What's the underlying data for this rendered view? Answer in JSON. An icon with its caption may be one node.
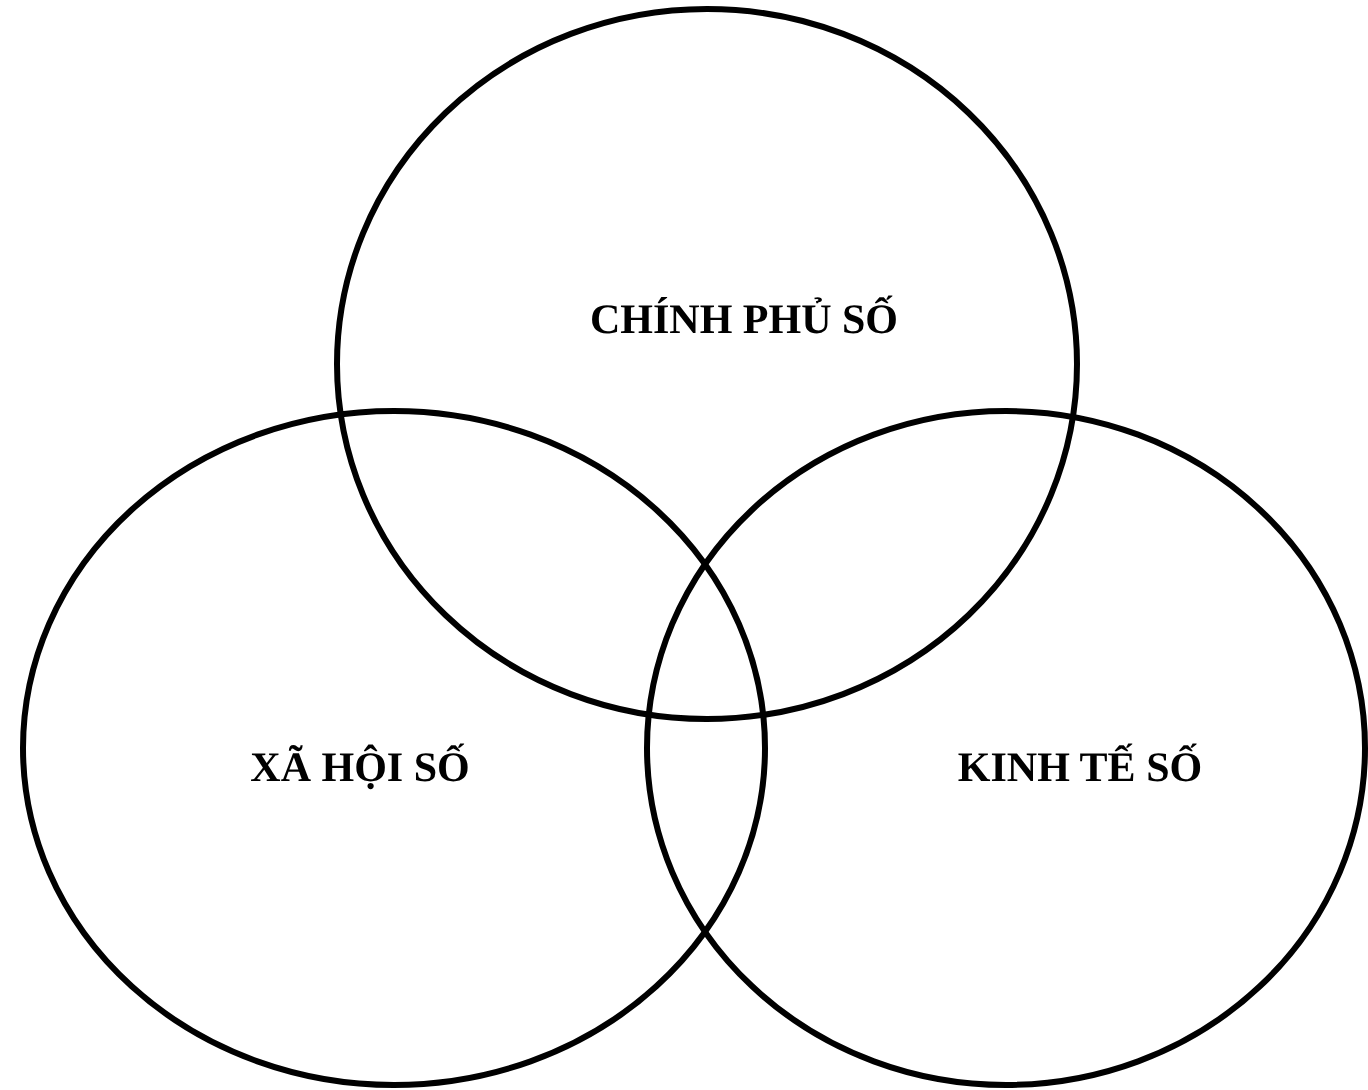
{
  "diagram": {
    "nodes": [
      {
        "text": [
          "CHÍNH PHỦ SỐ"
        ]
      },
      {
        "text": [
          "XÃ HỘI SỐ"
        ]
      },
      {
        "text": [
          "KINH TẾ SỐ"
        ]
      }
    ]
  }
}
